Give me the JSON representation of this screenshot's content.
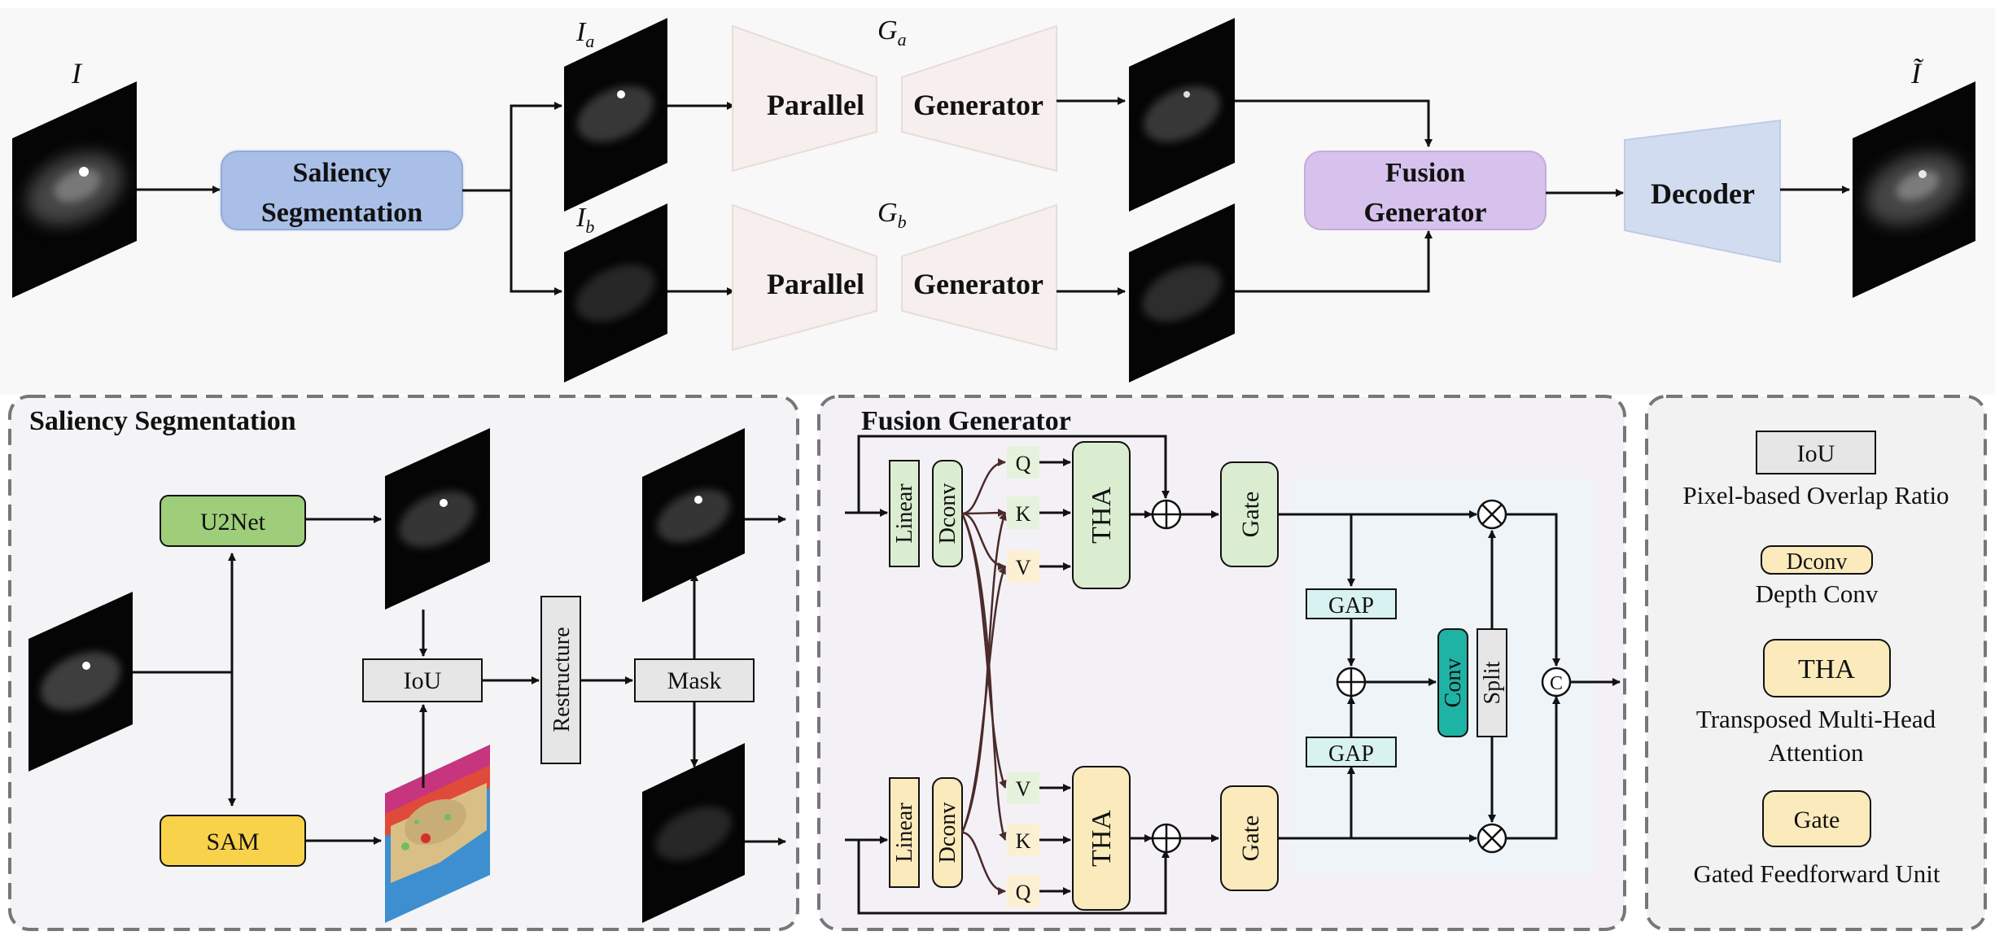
{
  "top": {
    "input_label": "I",
    "saliency_box": [
      "Saliency",
      "Segmentation"
    ],
    "branch_a_label": "I",
    "branch_a_sub": "a",
    "branch_b_label": "I",
    "branch_b_sub": "b",
    "gen_a_label": "G",
    "gen_a_sub": "a",
    "gen_b_label": "G",
    "gen_b_sub": "b",
    "parallel": "Parallel",
    "generator": "Generator",
    "fusion_box": [
      "Fusion",
      "Generator"
    ],
    "decoder": "Decoder",
    "output_label": "Ĩ"
  },
  "saliency_panel": {
    "title": "Saliency Segmentation",
    "u2net": "U2Net",
    "sam": "SAM",
    "iou": "IoU",
    "restructure": "Restructure",
    "mask": "Mask"
  },
  "fusion_panel": {
    "title": "Fusion Generator",
    "linear": "Linear",
    "dconv": "Dconv",
    "q": "Q",
    "k": "K",
    "v": "V",
    "tha": "THA",
    "gate": "Gate",
    "gap": "GAP",
    "conv": "Conv",
    "split": "Split",
    "concat": "C"
  },
  "legend": {
    "iou_box": "IoU",
    "iou_desc": "Pixel-based Overlap Ratio",
    "dconv_box": "Dconv",
    "dconv_desc": "Depth Conv",
    "tha_box": "THA",
    "tha_desc": [
      "Transposed Multi-Head",
      "Attention"
    ],
    "gate_box": "Gate",
    "gate_desc": "Gated Feedforward Unit"
  },
  "colors": {
    "saliency_blue": "#a9bfe7",
    "u2net_green": "#9fce7a",
    "sam_yellow": "#f8d24a",
    "fusion_purple": "#d6c2ec",
    "decoder_blue": "#d2dcf0",
    "generator_pink": "#f6efed",
    "tha_green": "#daedd1",
    "tha_yellow": "#fbeabb",
    "gap_teal": "#d8f1f1",
    "conv_teal": "#1fb3a5",
    "grey_box": "#e6e6e6"
  }
}
